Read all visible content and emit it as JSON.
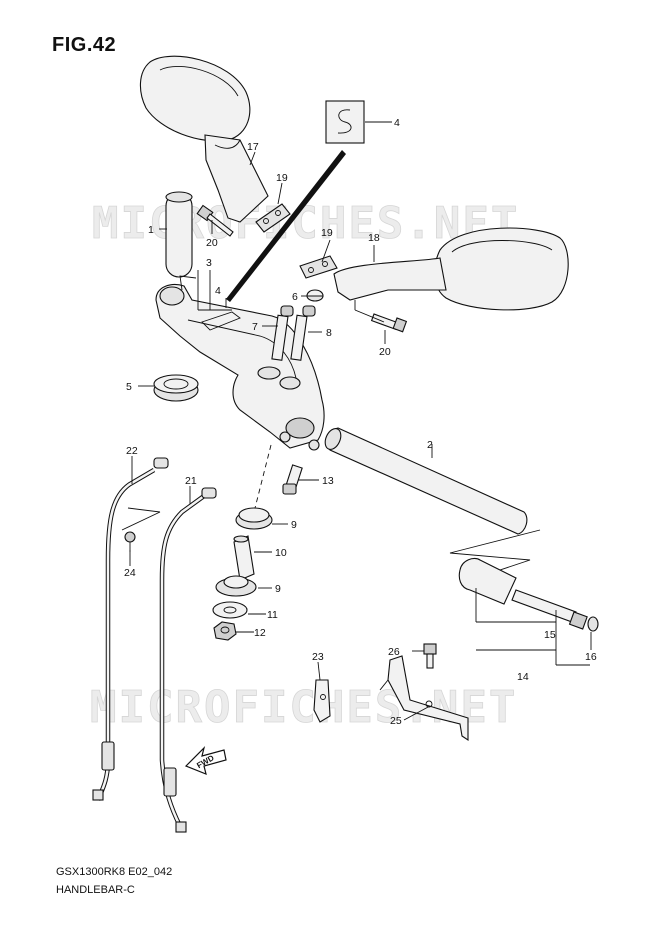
{
  "figure": {
    "title": "FIG.42",
    "model_code": "GSX1300RK8 E02_042",
    "section_name": "HANDLEBAR-C",
    "watermark": "MICROFICHES.NET"
  },
  "callouts": [
    {
      "id": "c1",
      "label": "1"
    },
    {
      "id": "c2",
      "label": "2"
    },
    {
      "id": "c3",
      "label": "3"
    },
    {
      "id": "c4a",
      "label": "4"
    },
    {
      "id": "c4b",
      "label": "4"
    },
    {
      "id": "c5",
      "label": "5"
    },
    {
      "id": "c6",
      "label": "6"
    },
    {
      "id": "c7",
      "label": "7"
    },
    {
      "id": "c8",
      "label": "8"
    },
    {
      "id": "c9a",
      "label": "9"
    },
    {
      "id": "c9b",
      "label": "9"
    },
    {
      "id": "c10",
      "label": "10"
    },
    {
      "id": "c11",
      "label": "11"
    },
    {
      "id": "c12",
      "label": "12"
    },
    {
      "id": "c13",
      "label": "13"
    },
    {
      "id": "c14",
      "label": "14"
    },
    {
      "id": "c15",
      "label": "15"
    },
    {
      "id": "c16",
      "label": "16"
    },
    {
      "id": "c17",
      "label": "17"
    },
    {
      "id": "c18",
      "label": "18"
    },
    {
      "id": "c19a",
      "label": "19"
    },
    {
      "id": "c19b",
      "label": "19"
    },
    {
      "id": "c20a",
      "label": "20"
    },
    {
      "id": "c20b",
      "label": "20"
    },
    {
      "id": "c21",
      "label": "21"
    },
    {
      "id": "c22",
      "label": "22"
    },
    {
      "id": "c23",
      "label": "23"
    },
    {
      "id": "c24",
      "label": "24"
    },
    {
      "id": "c25",
      "label": "25"
    },
    {
      "id": "c26",
      "label": "26"
    }
  ],
  "fwd_arrow": {
    "label": "FWD"
  }
}
